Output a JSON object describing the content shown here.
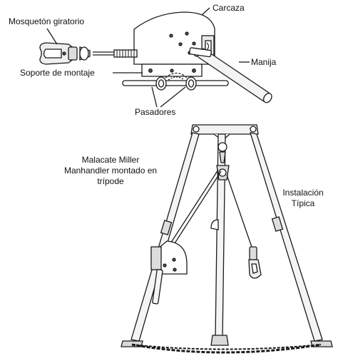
{
  "labels": {
    "carcaza": "Carcaza",
    "mosqueton": "Mosquetón giratorio",
    "manija": "Manija",
    "soporte": "Soporte de montaje",
    "pasadores": "Pasadores",
    "malacate_line1": "Malacate Miller",
    "malacate_line2": "Manhandler montado en",
    "malacate_line3": "trípode",
    "instalacion_line1": "Instalación",
    "instalacion_line2": "Típica"
  },
  "colors": {
    "line": "#1a1a1a",
    "fill_light": "#f2f2f2",
    "fill_mid": "#d9d9d9",
    "fill_dark": "#9a9a9a"
  }
}
